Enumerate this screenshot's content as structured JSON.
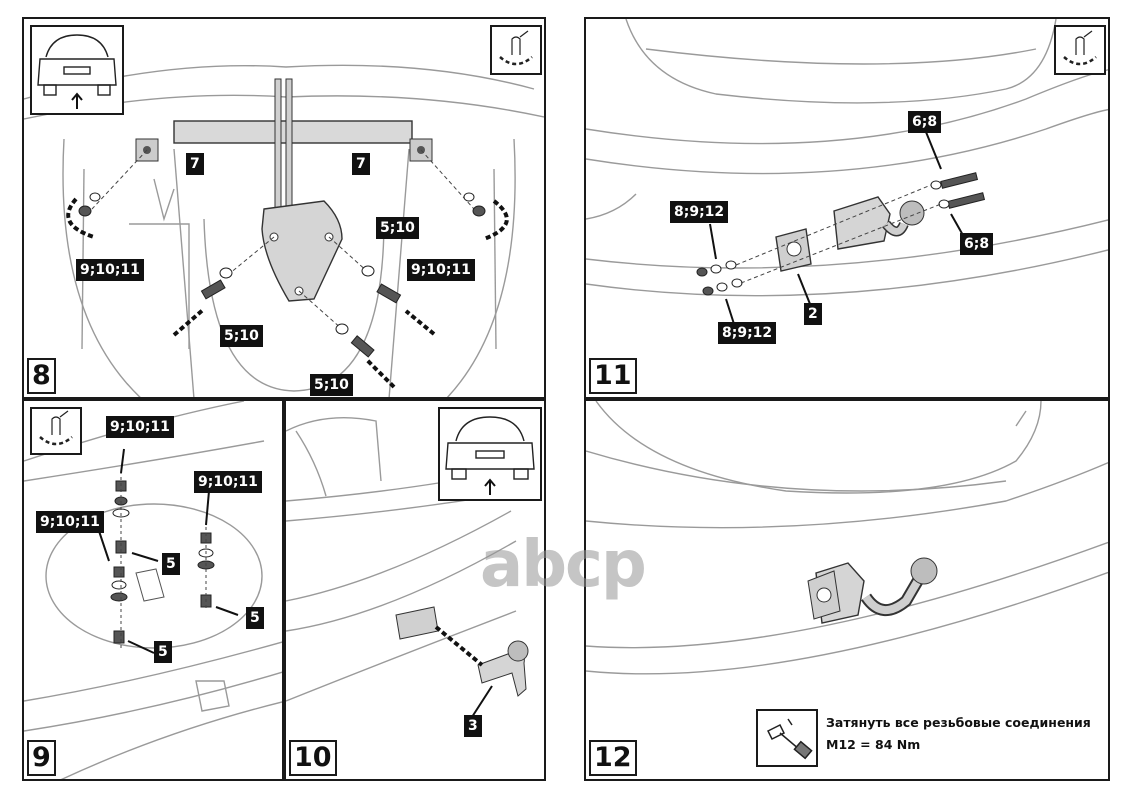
{
  "steps": {
    "s8": {
      "number": "8",
      "labels": [
        "7",
        "7",
        "9;10;11",
        "9;10;11",
        "5;10",
        "5;10",
        "5;10"
      ]
    },
    "s9": {
      "number": "9",
      "labels": [
        "9;10;11",
        "9;10;11",
        "9;10;11",
        "5",
        "5",
        "5"
      ]
    },
    "s10": {
      "number": "10",
      "labels": [
        "3"
      ]
    },
    "s11": {
      "number": "11",
      "labels": [
        "6;8",
        "6;8",
        "8;9;12",
        "8;9;12",
        "2"
      ]
    },
    "s12": {
      "number": "12"
    }
  },
  "torque_note": {
    "line1": "Затянуть все резьбовые соединения",
    "line2": "M12 = 84 Nm"
  },
  "watermark": "abcp",
  "icons": [
    "car-rear-icon",
    "tighten-hand-icon",
    "torque-wrench-icon"
  ]
}
